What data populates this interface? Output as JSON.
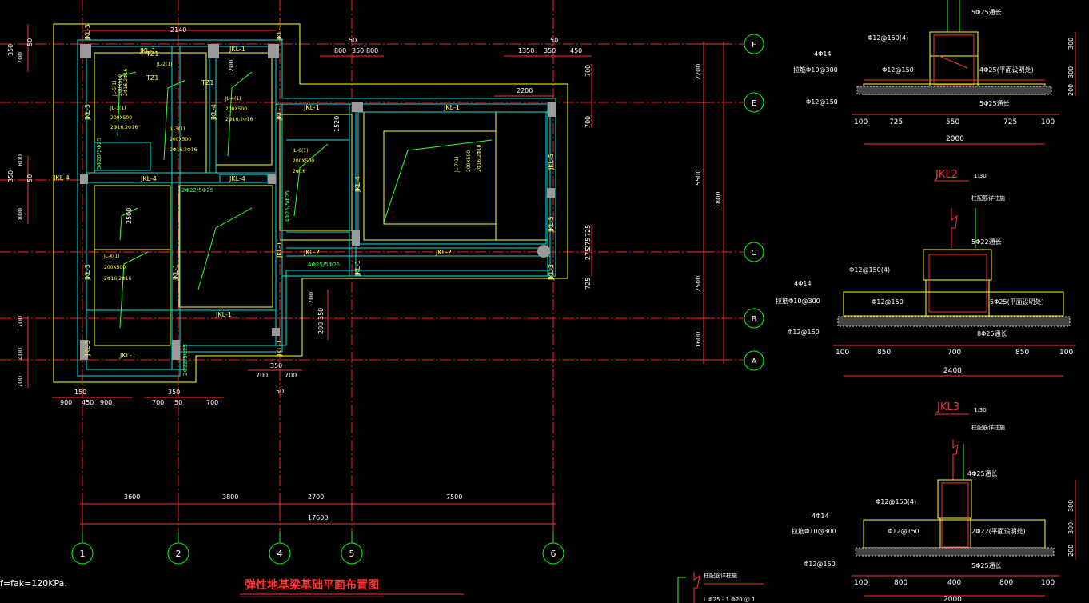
{
  "colors": {
    "background": "#000000",
    "beam_outline": "#00e5e5",
    "slab_outline": "#ffff33",
    "axis_line": "#ff2020",
    "dimension": "#ff3333",
    "dim_text": "#ffffff",
    "label_text": "#ffff66",
    "rebar_text": "#33ff33",
    "title": "#ff3333",
    "column": "#9a9a9a",
    "ground": "#cfcfcf"
  },
  "plan": {
    "title": "弹性地基梁基础平面布置图",
    "note": "f=fak=120KPa.",
    "column_axes": [
      "1",
      "2",
      "4",
      "5",
      "6"
    ],
    "row_axes": [
      "F",
      "E",
      "C",
      "B",
      "A"
    ],
    "bottom_dims": [
      "3600",
      "3800",
      "2700",
      "7500"
    ],
    "bottom_total": "17600",
    "right_dims": [
      "2200",
      "5500",
      "2500",
      "1600"
    ],
    "right_total": "11800",
    "beam_labels": [
      "JKL-1",
      "JKL-2",
      "JKL-3",
      "JKL-4",
      "JKL-5"
    ],
    "rebar_notes": [
      "2Φ22/5Φ25",
      "4Φ25/5Φ25",
      "5Φ20/5Φ25",
      "4Φ25/5Φ25"
    ],
    "top_dims": [
      "2140",
      "50",
      "800",
      "350",
      "800",
      "1350",
      "350",
      "450",
      "50"
    ],
    "bottom_small_dims": [
      "900",
      "450",
      "900",
      "150",
      "350",
      "50",
      "700",
      "700",
      "350",
      "700",
      "50"
    ],
    "left_dims": [
      "350",
      "50",
      "700",
      "350",
      "50",
      "800",
      "700",
      "400",
      "700"
    ],
    "inner_dims": [
      "2200",
      "1200",
      "700",
      "350",
      "200",
      "275",
      "275",
      "725",
      "725",
      "700",
      "2500",
      "1520"
    ],
    "tz_labels": [
      "TZ1",
      "TZ1",
      "TZ1"
    ],
    "jl_labels": [
      "JL-5(1)",
      "200X500",
      "2Φ16;2Φ16",
      "JL-2(1)",
      "JL-1(1)",
      "200X500",
      "2Φ16;2Φ16",
      "JL-3(1)",
      "200X500",
      "2Φ16;2Φ16",
      "JL-4(1)",
      "200X500",
      "2Φ16;2Φ16",
      "JL-6(1)",
      "200X500",
      "2Φ16",
      "JL-7(1)",
      "200X500",
      "2Φ16;2Φ18",
      "JL-X(1)",
      "200X500",
      "2Φ16;2Φ16"
    ]
  },
  "sections": [
    {
      "name": "",
      "scale": "",
      "top_note": "5Φ25通长",
      "stirrup": "Φ12@150(4)",
      "side_bars": "4Φ14",
      "tie_bars": "拉筋Φ10@300",
      "bottom_bar": "Φ12@150",
      "bottom_note": "5Φ25通长",
      "side_note": "4Φ25(平面设明处)",
      "transverse": "Φ12@150",
      "dims": [
        "100",
        "725",
        "550",
        "725",
        "100"
      ],
      "total": "2000",
      "height_dims": [
        "300",
        "300",
        "200"
      ]
    },
    {
      "name": "JKL2",
      "scale": "1:30",
      "column_note": "柱配筋详柱施",
      "top_note": "5Φ22通长",
      "stirrup": "Φ12@150(4)",
      "side_bars": "4Φ14",
      "tie_bars": "拉筋Φ10@300",
      "bottom_bar": "Φ12@150",
      "bottom_note": "8Φ25通长",
      "side_note": "5Φ25(平面设明处)",
      "transverse": "Φ12@150",
      "dims": [
        "100",
        "850",
        "700",
        "850",
        "100"
      ],
      "total": "2400",
      "height_dims": [
        "",
        "",
        ""
      ]
    },
    {
      "name": "JKL3",
      "scale": "1:30",
      "column_note": "柱配筋详柱施",
      "top_note": "4Φ25通长",
      "stirrup": "Φ12@150(4)",
      "side_bars": "4Φ14",
      "tie_bars": "拉筋Φ10@300",
      "bottom_bar": "Φ12@150",
      "bottom_note": "5Φ25通长",
      "side_note": "2Φ22(平面设明处)",
      "transverse": "Φ12@150",
      "dims": [
        "100",
        "800",
        "400",
        "800",
        "100"
      ],
      "total": "2000",
      "height_dims": [
        "300",
        "300",
        "200"
      ]
    }
  ],
  "bottom_stub": {
    "column_note": "柱配筋详柱施",
    "partial": "L Φ25 - 1 Φ20 @ 1"
  }
}
